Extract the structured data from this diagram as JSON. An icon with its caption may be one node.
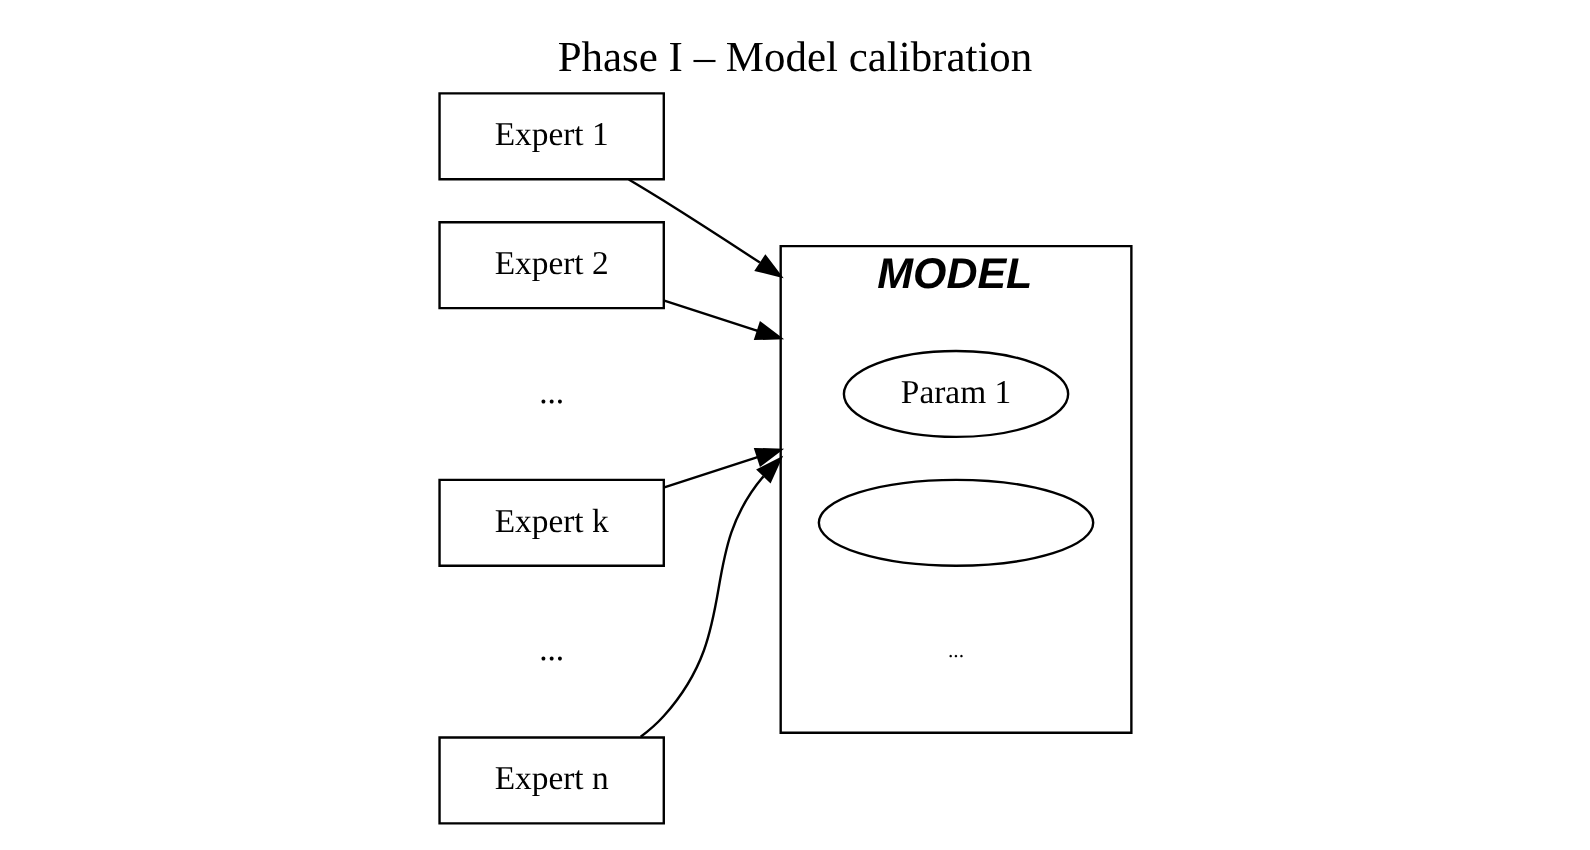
{
  "diagram": {
    "title": "Phase I – Model calibration",
    "nodes": [
      {
        "text": [
          "Expert 1"
        ]
      },
      {
        "text": [
          "Expert 2"
        ]
      },
      {
        "text": [
          "Expert k"
        ]
      },
      {
        "text": [
          "Expert n"
        ]
      },
      {
        "text": [
          "MODEL"
        ]
      },
      {
        "text": [
          "Param 1"
        ],
        "in": 4
      },
      {
        "text": [],
        "shape": "ellipse",
        "in": 4
      }
    ],
    "edges": [
      {
        "from": 0,
        "to": 4,
        "arrow": "to"
      },
      {
        "from": 1,
        "to": 4,
        "arrow": "to"
      },
      {
        "from": 2,
        "to": 4,
        "arrow": "to"
      },
      {
        "from": 3,
        "to": 4,
        "arrow": "to"
      }
    ],
    "labels": [
      "...",
      "...",
      "..."
    ]
  }
}
